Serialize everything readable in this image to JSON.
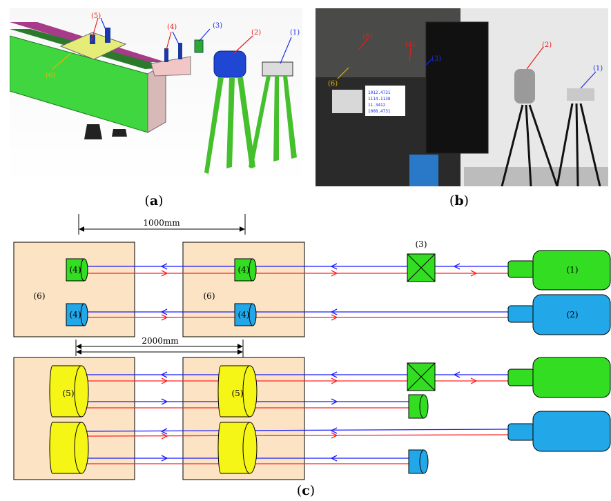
{
  "captions": {
    "a_open": "(",
    "a_letter": "a",
    "a_close": ")",
    "b_open": "(",
    "b_letter": "b",
    "b_close": ")",
    "c_open": "(",
    "c_letter": "c",
    "c_close": ")"
  },
  "panel_a_labels": [
    "(5)",
    "(4)",
    "(3)",
    "(2)",
    "(1)",
    "(6)"
  ],
  "panel_b_labels": [
    "(5)",
    "(4)",
    "(3)",
    "(2)",
    "(1)",
    "(6)"
  ],
  "screen_readout": [
    "1012.4731",
    "1114.1138",
    "11.3412",
    "1008.4731"
  ],
  "diagram": {
    "dim_top": "1000mm",
    "dim_mid": "2000mm",
    "lbl_4": "(4)",
    "lbl_6": "(6)",
    "lbl_5": "(5)",
    "lbl_3": "(3)",
    "lbl_1": "(1)",
    "lbl_2": "(2)"
  },
  "colors": {
    "plate": "#fbe3c4",
    "green": "#33dd22",
    "blue": "#22a8e8",
    "yellow": "#f5f516",
    "beam_blue": "#1a1aff",
    "beam_red": "#ff2222",
    "label_red": "#e81c1c",
    "label_blue": "#1a2ee8",
    "label_yellow": "#e8b400"
  }
}
